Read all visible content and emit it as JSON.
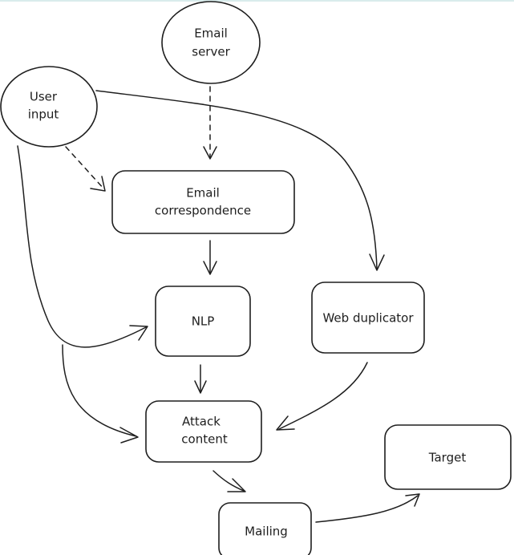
{
  "nodes": {
    "email_server": {
      "lines": [
        "Email",
        "server"
      ]
    },
    "user_input": {
      "lines": [
        "User",
        "input"
      ]
    },
    "email_correspondence": {
      "lines": [
        "Email",
        "correspondence"
      ]
    },
    "nlp": {
      "lines": [
        "NLP"
      ]
    },
    "web_duplicator": {
      "lines": [
        "Web duplicator"
      ]
    },
    "attack_content": {
      "lines": [
        "Attack",
        "content"
      ]
    },
    "target": {
      "lines": [
        "Target"
      ]
    },
    "mailing": {
      "lines": [
        "Mailing"
      ]
    }
  },
  "edges": [
    {
      "from": "email_server",
      "to": "email_correspondence",
      "style": "dashed"
    },
    {
      "from": "user_input",
      "to": "email_correspondence",
      "style": "dashed"
    },
    {
      "from": "user_input",
      "to": "web_duplicator",
      "style": "solid"
    },
    {
      "from": "user_input",
      "to": "nlp",
      "style": "solid"
    },
    {
      "from": "user_input",
      "to": "attack_content",
      "style": "solid"
    },
    {
      "from": "email_correspondence",
      "to": "nlp",
      "style": "solid"
    },
    {
      "from": "nlp",
      "to": "attack_content",
      "style": "solid"
    },
    {
      "from": "web_duplicator",
      "to": "attack_content",
      "style": "solid"
    },
    {
      "from": "attack_content",
      "to": "mailing",
      "style": "solid"
    },
    {
      "from": "mailing",
      "to": "target",
      "style": "solid"
    }
  ]
}
